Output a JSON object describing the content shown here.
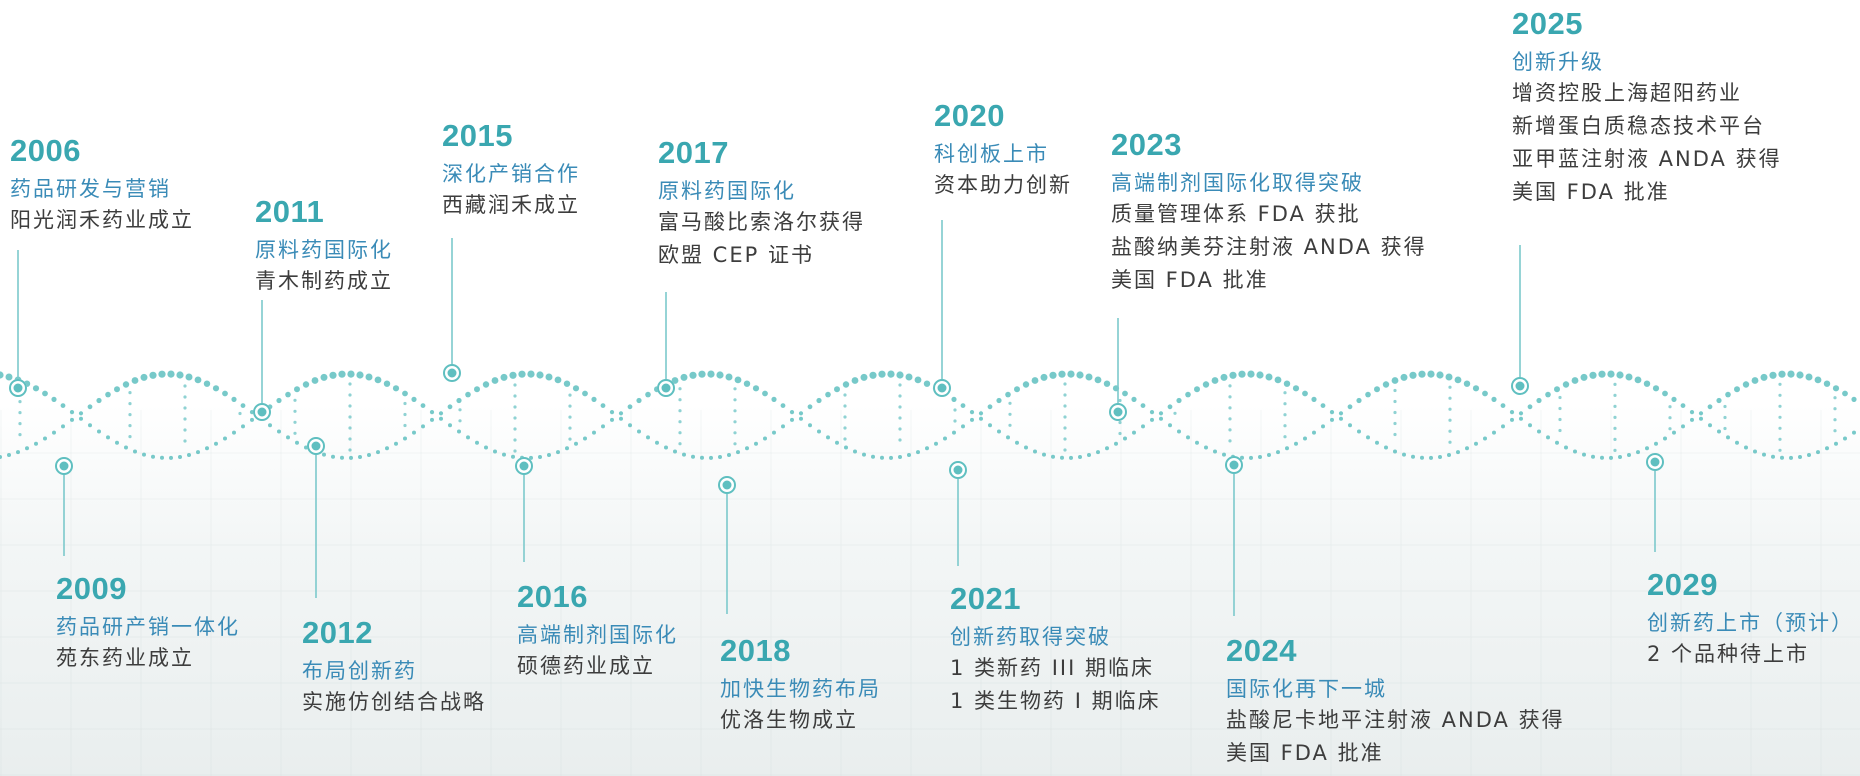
{
  "milestones_top": [
    {
      "id": "2006",
      "year": "2006",
      "title": "药品研发与营销",
      "lines": [
        "阳光润禾药业成立"
      ]
    },
    {
      "id": "2011",
      "year": "2011",
      "title": "原料药国际化",
      "lines": [
        "青木制药成立"
      ]
    },
    {
      "id": "2015",
      "year": "2015",
      "title": "深化产销合作",
      "lines": [
        "西藏润禾成立"
      ]
    },
    {
      "id": "2017",
      "year": "2017",
      "title": "原料药国际化",
      "lines": [
        "富马酸比索洛尔获得",
        "欧盟 CEP 证书"
      ]
    },
    {
      "id": "2020",
      "year": "2020",
      "title": "科创板上市",
      "lines": [
        "资本助力创新"
      ]
    },
    {
      "id": "2023",
      "year": "2023",
      "title": "高端制剂国际化取得突破",
      "lines": [
        "质量管理体系 FDA 获批",
        "盐酸纳美芬注射液 ANDA 获得",
        "美国 FDA 批准"
      ]
    },
    {
      "id": "2025",
      "year": "2025",
      "title": "创新升级",
      "lines": [
        "增资控股上海超阳药业",
        "新增蛋白质稳态技术平台",
        "亚甲蓝注射液 ANDA 获得",
        "美国 FDA 批准"
      ]
    }
  ],
  "milestones_bottom": [
    {
      "id": "2009",
      "year": "2009",
      "title": "药品研产销一体化",
      "lines": [
        "苑东药业成立"
      ]
    },
    {
      "id": "2012",
      "year": "2012",
      "title": "布局创新药",
      "lines": [
        "实施仿创结合战略"
      ]
    },
    {
      "id": "2016",
      "year": "2016",
      "title": "高端制剂国际化",
      "lines": [
        "硕德药业成立"
      ]
    },
    {
      "id": "2018",
      "year": "2018",
      "title": "加快生物药布局",
      "lines": [
        "优洛生物成立"
      ]
    },
    {
      "id": "2021",
      "year": "2021",
      "title": "创新药取得突破",
      "lines": [
        "1 类新药 III 期临床",
        "1 类生物药 I 期临床"
      ]
    },
    {
      "id": "2024",
      "year": "2024",
      "title": "国际化再下一城",
      "lines": [
        "盐酸尼卡地平注射液 ANDA 获得",
        "美国 FDA 批准"
      ]
    },
    {
      "id": "2029",
      "year": "2029",
      "title": "创新药上市（预计）",
      "lines": [
        "2 个品种待上市"
      ]
    }
  ],
  "colors": {
    "year": "#3aa7b0",
    "title": "#3a8bb7",
    "text": "#3d3d3d",
    "helix": "#5fbfc0",
    "connector": "#7cc9cc"
  }
}
